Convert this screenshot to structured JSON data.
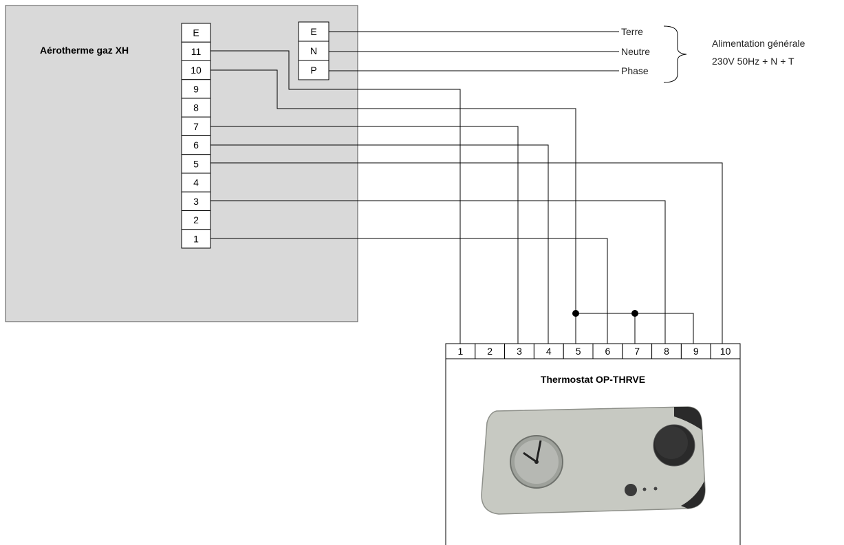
{
  "heater": {
    "title": "Aérotherme gaz XH",
    "terminals": [
      "E",
      "11",
      "10",
      "9",
      "8",
      "7",
      "6",
      "5",
      "4",
      "3",
      "2",
      "1"
    ],
    "power_terminals": [
      "E",
      "N",
      "P"
    ]
  },
  "supply": {
    "lines": [
      "Terre",
      "Neutre",
      "Phase"
    ],
    "title_line1": "Alimentation générale",
    "title_line2": "230V 50Hz + N + T"
  },
  "thermostat": {
    "title": "Thermostat OP-THRVE",
    "terminals": [
      "1",
      "2",
      "3",
      "4",
      "5",
      "6",
      "7",
      "8",
      "9",
      "10"
    ]
  },
  "colors": {
    "heater_box": "#d9d9d9",
    "wire": "#000000",
    "device_body": "#c7c9c2"
  }
}
